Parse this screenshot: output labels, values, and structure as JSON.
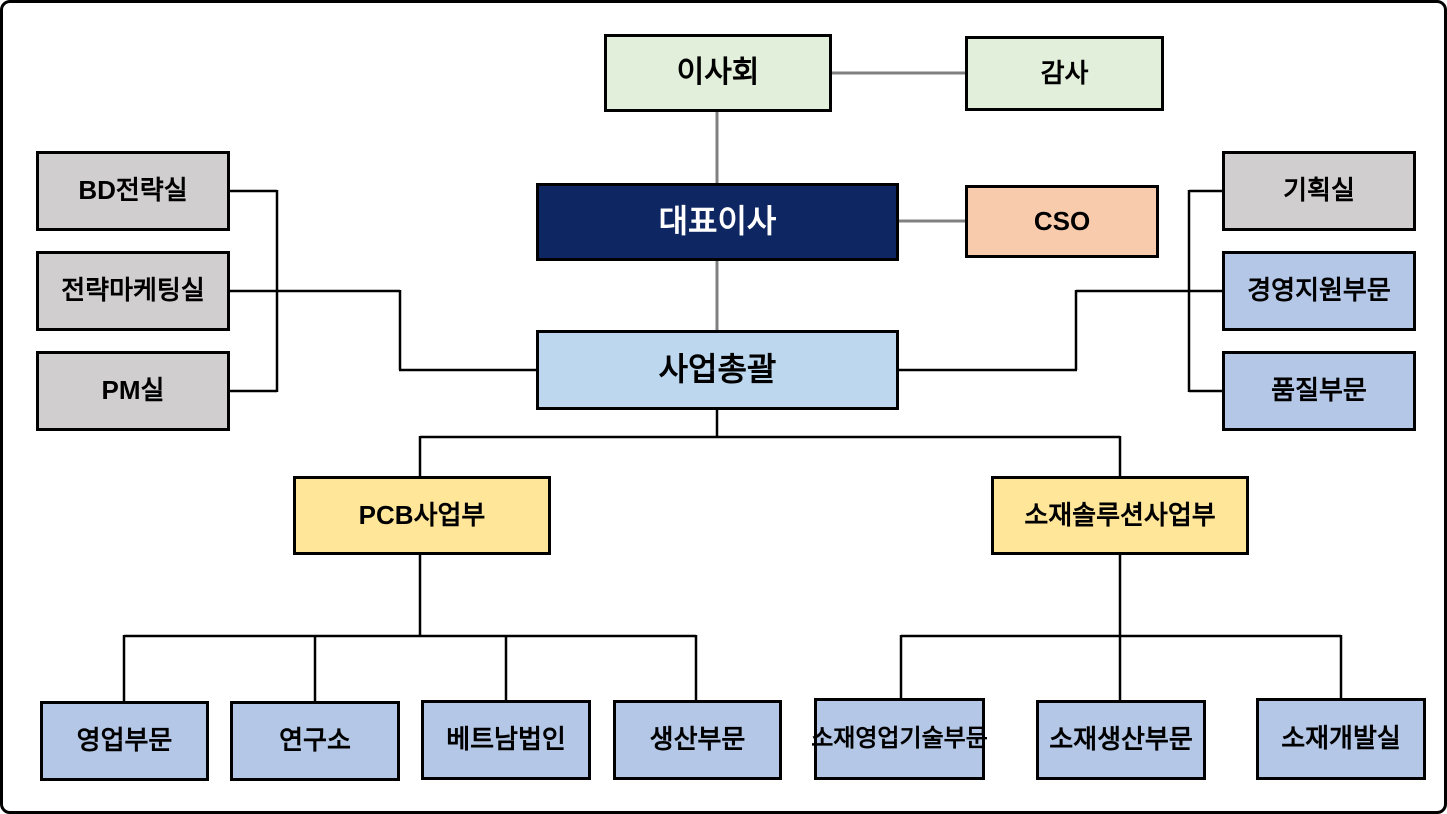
{
  "diagram": {
    "type": "org-chart",
    "nodes": {
      "board": {
        "label": "이사회"
      },
      "auditor": {
        "label": "감사"
      },
      "ceo": {
        "label": "대표이사"
      },
      "cso": {
        "label": "CSO"
      },
      "bd_strategy": {
        "label": "BD전략실"
      },
      "strategic_marketing": {
        "label": "전략마케팅실"
      },
      "pm_office": {
        "label": "PM실"
      },
      "planning": {
        "label": "기획실"
      },
      "mgmt_support": {
        "label": "경영지원부문"
      },
      "quality": {
        "label": "품질부문"
      },
      "biz_general": {
        "label": "사업총괄"
      },
      "pcb_division": {
        "label": "PCB사업부"
      },
      "material_solution_division": {
        "label": "소재솔루션사업부"
      },
      "sales": {
        "label": "영업부문"
      },
      "research": {
        "label": "연구소"
      },
      "vietnam": {
        "label": "베트남법인"
      },
      "production": {
        "label": "생산부문"
      },
      "material_sales_tech": {
        "label": "소재영업기술부문"
      },
      "material_production": {
        "label": "소재생산부문"
      },
      "material_dev": {
        "label": "소재개발실"
      }
    },
    "edges": [
      {
        "from": "board",
        "to": "auditor",
        "style": "gray-lateral"
      },
      {
        "from": "board",
        "to": "ceo",
        "style": "gray"
      },
      {
        "from": "ceo",
        "to": "cso",
        "style": "gray-lateral"
      },
      {
        "from": "ceo",
        "to": "biz_general",
        "style": "gray"
      },
      {
        "from": "bd_strategy",
        "to": "biz_general",
        "style": "black"
      },
      {
        "from": "strategic_marketing",
        "to": "biz_general",
        "style": "black"
      },
      {
        "from": "pm_office",
        "to": "biz_general",
        "style": "black"
      },
      {
        "from": "planning",
        "to": "biz_general",
        "style": "black"
      },
      {
        "from": "mgmt_support",
        "to": "biz_general",
        "style": "black"
      },
      {
        "from": "quality",
        "to": "biz_general",
        "style": "black"
      },
      {
        "from": "biz_general",
        "to": "pcb_division",
        "style": "black"
      },
      {
        "from": "biz_general",
        "to": "material_solution_division",
        "style": "black"
      },
      {
        "from": "pcb_division",
        "to": "sales",
        "style": "black"
      },
      {
        "from": "pcb_division",
        "to": "research",
        "style": "black"
      },
      {
        "from": "pcb_division",
        "to": "vietnam",
        "style": "black"
      },
      {
        "from": "pcb_division",
        "to": "production",
        "style": "black"
      },
      {
        "from": "material_solution_division",
        "to": "material_sales_tech",
        "style": "black"
      },
      {
        "from": "material_solution_division",
        "to": "material_production",
        "style": "black"
      },
      {
        "from": "material_solution_division",
        "to": "material_dev",
        "style": "black"
      }
    ],
    "colors": {
      "board_green": "#e2efda",
      "ceo_navy": "#0e2762",
      "cso_peach": "#f8cbad",
      "staff_gray": "#d0cece",
      "division_blue": "#b4c7e7",
      "biz_general_lightblue": "#bdd7ee",
      "business_unit_yellow": "#ffe699",
      "connector_gray": "#808080",
      "connector_black": "#000000",
      "border_black": "#000000",
      "background": "#ffffff"
    }
  }
}
